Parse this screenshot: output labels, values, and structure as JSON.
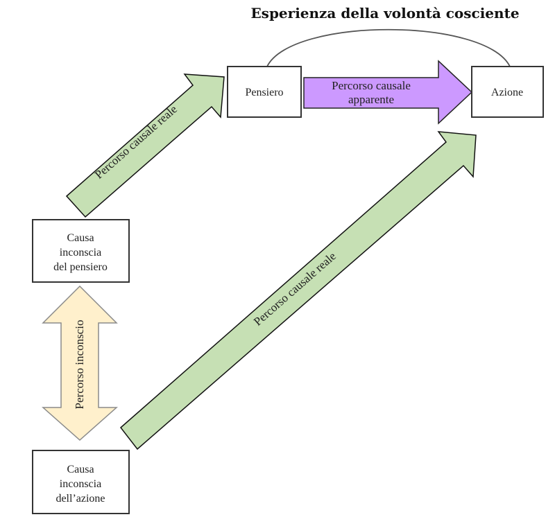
{
  "title": "Esperienza della volontà cosciente",
  "nodes": {
    "thought": {
      "label": [
        "Pensiero"
      ]
    },
    "action": {
      "label": [
        "Azione"
      ]
    },
    "unconscious_thought_cause": {
      "label": [
        "Causa",
        "inconscia",
        "del pensiero"
      ]
    },
    "unconscious_action_cause": {
      "label": [
        "Causa",
        "inconscia",
        "dell’azione"
      ]
    }
  },
  "edges": {
    "apparent_path": {
      "label": [
        "Percorso causale",
        "apparente"
      ],
      "from": "thought",
      "to": "action",
      "color": "#cc99ff"
    },
    "real_path_thought": {
      "label": "Percorso causale reale",
      "from": "unconscious_thought_cause",
      "to": "thought",
      "color": "#c6e0b4"
    },
    "real_path_action": {
      "label": "Percorso causale reale",
      "from": "unconscious_action_cause",
      "to": "action",
      "color": "#c6e0b4"
    },
    "unconscious_path": {
      "label": "Percorso inconscio",
      "between": [
        "unconscious_thought_cause",
        "unconscious_action_cause"
      ],
      "bidirectional": true,
      "color": "#fff0cc"
    },
    "conscious_will_arc": {
      "between": [
        "thought",
        "action"
      ]
    }
  }
}
